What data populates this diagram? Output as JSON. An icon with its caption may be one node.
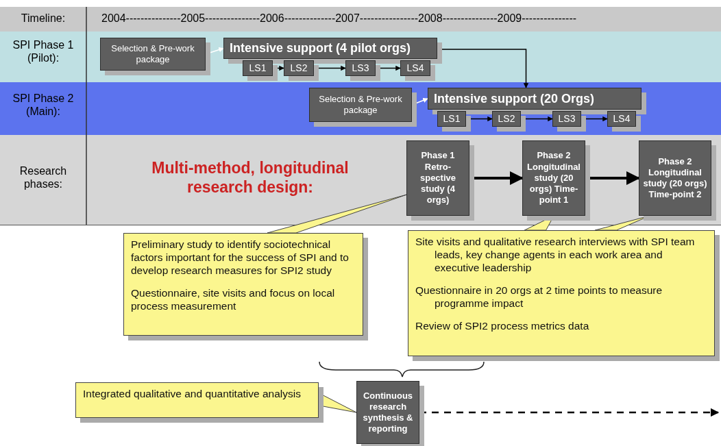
{
  "diagram": {
    "nodes": [
      {
        "text": [
          "Selection & Pre-work package"
        ]
      },
      {
        "text": [
          "Intensive support (4 pilot orgs)"
        ]
      },
      {
        "text": [
          "LS1"
        ]
      },
      {
        "text": [
          "LS2"
        ]
      },
      {
        "text": [
          "LS3"
        ]
      },
      {
        "text": [
          "LS4"
        ]
      },
      {
        "text": [
          "Selection & Pre-work package"
        ]
      },
      {
        "text": [
          "Intensive support (20 Orgs)"
        ]
      },
      {
        "text": [
          "LS1"
        ]
      },
      {
        "text": [
          "LS2"
        ]
      },
      {
        "text": [
          "LS3"
        ]
      },
      {
        "text": [
          "LS4"
        ]
      },
      {
        "text": [
          "Phase 1 Retro-spective study (4 orgs)"
        ]
      },
      {
        "text": [
          "Phase 2 Longitudinal study (20 orgs) Time-point 1"
        ]
      },
      {
        "text": [
          "Phase 2 Longitudinal study (20 orgs) Time-point 2"
        ]
      },
      {
        "text": [
          "Preliminary study to identify sociotechnical factors important for the success of SPI and to develop research measures for SPI2 study",
          "Questionnaire, site visits and focus on local process measurement"
        ]
      },
      {
        "text": [
          "Site visits and qualitative research interviews with SPI team leads, key change agents in each work area and executive leadership",
          "Questionnaire in 20 orgs at 2 time points to measure programme impact",
          "Review of SPI2 process metrics data"
        ]
      },
      {
        "text": [
          "Continuous research synthesis & reporting"
        ]
      },
      {
        "text": [
          "Integrated qualitative and quantitative analysis"
        ]
      }
    ],
    "edges": [
      {
        "from": 0,
        "to": 1,
        "arrow": "to",
        "color": "#ffffff"
      },
      {
        "from": 2,
        "to": 3,
        "arrow": "to"
      },
      {
        "from": 3,
        "to": 4,
        "arrow": "to"
      },
      {
        "from": 4,
        "to": 5,
        "arrow": "to"
      },
      {
        "from": 1,
        "to": 7,
        "arrow": "to"
      },
      {
        "from": 6,
        "to": 7,
        "arrow": "to",
        "color": "#ffffff"
      },
      {
        "from": 8,
        "to": 9,
        "arrow": "to"
      },
      {
        "from": 9,
        "to": 10,
        "arrow": "to"
      },
      {
        "from": 10,
        "to": 11,
        "arrow": "to"
      },
      {
        "from": 12,
        "to": 13,
        "arrow": "to",
        "style": "thick"
      },
      {
        "from": 13,
        "to": 14,
        "arrow": "to",
        "style": "thick"
      },
      {
        "from": 15,
        "to": 12,
        "arrow": "none"
      },
      {
        "from": 16,
        "to": 13,
        "arrow": "none"
      },
      {
        "from": 16,
        "to": 14,
        "arrow": "none"
      },
      {
        "from": 18,
        "to": 17,
        "arrow": "none"
      },
      {
        "from": 17,
        "to": null,
        "arrow": "to",
        "style": "dashed"
      }
    ],
    "labels": [
      "Timeline:",
      "2004---------------2005---------------2006--------------2007----------------2008---------------2009---------------",
      "SPI Phase 1 (Pilot):",
      "SPI Phase 2 (Main):",
      "Research phases:",
      "Multi-method, longitudinal research design:"
    ]
  }
}
